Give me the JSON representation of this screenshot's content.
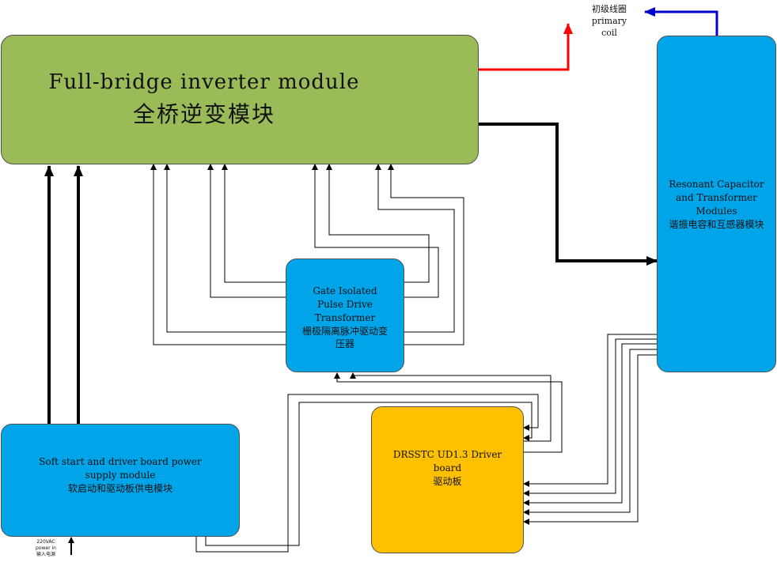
{
  "full_bridge": {
    "title_en": "Full-bridge inverter module",
    "title_zh": "全桥逆变模块"
  },
  "resonant": {
    "line1": "Resonant Capacitor",
    "line2": "and Transformer",
    "line3": "Modules",
    "zh": "谐振电容和互感器模块"
  },
  "gate": {
    "line1": "Gate Isolated",
    "line2": "Pulse Drive",
    "line3": "Transformer",
    "zh1": "栅极隔离脉冲驱动变",
    "zh2": "压器"
  },
  "soft_start": {
    "line1": "Soft start and driver board power",
    "line2": "supply module",
    "zh": "软启动和驱动板供电模块"
  },
  "driver": {
    "line1": "DRSSTC UD1.3 Driver",
    "line2": "board",
    "zh": "驱动板"
  },
  "primary": {
    "zh": "初级线圈",
    "line1": "primary",
    "line2": "coil"
  },
  "power_in": {
    "line1": "220VAC",
    "line2": "power in",
    "zh": "输入电源"
  },
  "colors": {
    "green": "#9bbb59",
    "blue": "#00a4e8",
    "yellow": "#ffc000",
    "red_arrow": "#ff0000",
    "blue_arrow": "#0000cc"
  }
}
